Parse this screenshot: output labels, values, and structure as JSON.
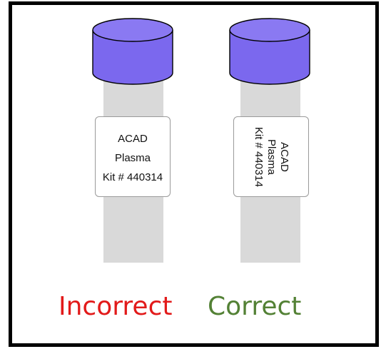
{
  "tubes": [
    {
      "id": "incorrect",
      "label_lines": [
        "ACAD",
        "Plasma",
        "Kit # 440314"
      ],
      "label_orientation": "horizontal",
      "caption": "Incorrect",
      "caption_color": "#e21a1a"
    },
    {
      "id": "correct",
      "label_lines": [
        "ACAD",
        "Plasma",
        "Kit # 440314"
      ],
      "label_orientation": "vertical",
      "caption": "Correct",
      "caption_color": "#538135"
    }
  ],
  "colors": {
    "cap_fill": "#7b68ee",
    "cap_stroke": "#000000",
    "tube_body": "#d9d9d9",
    "frame_border": "#000000"
  }
}
